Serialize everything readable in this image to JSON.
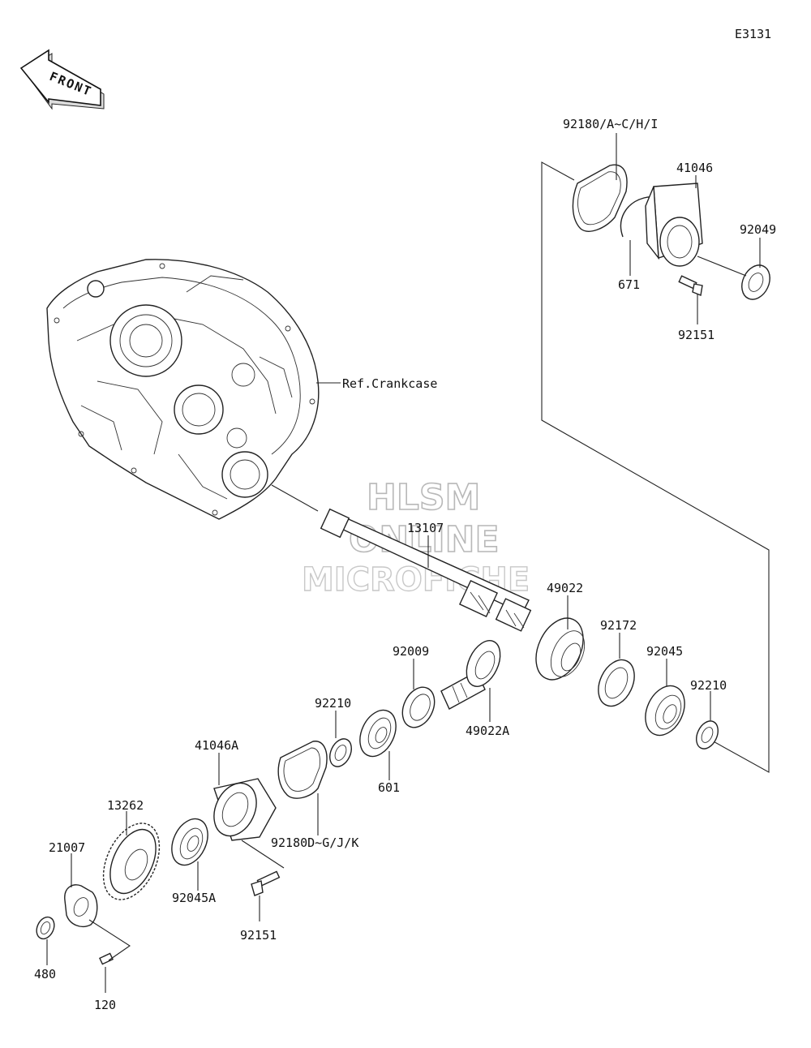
{
  "diagram": {
    "code": "E3131",
    "front_label": "FRONT",
    "ref_label": "Ref.Crankcase",
    "watermark": [
      "HLSM",
      "ONLINE",
      "MICROFICHE"
    ],
    "parts": {
      "p92180_ac": "92180/A~C/H/I",
      "p41046": "41046",
      "p92049": "92049",
      "p671": "671",
      "p92151_top": "92151",
      "p13107": "13107",
      "p49022": "49022",
      "p92172": "92172",
      "p92045": "92045",
      "p92210_right": "92210",
      "p92009": "92009",
      "p49022a": "49022A",
      "p92210_mid": "92210",
      "p601": "601",
      "p41046a": "41046A",
      "p92180_dg": "92180D~G/J/K",
      "p13262": "13262",
      "p92045a": "92045A",
      "p21007": "21007",
      "p92151_bottom": "92151",
      "p480": "480",
      "p120": "120"
    }
  }
}
